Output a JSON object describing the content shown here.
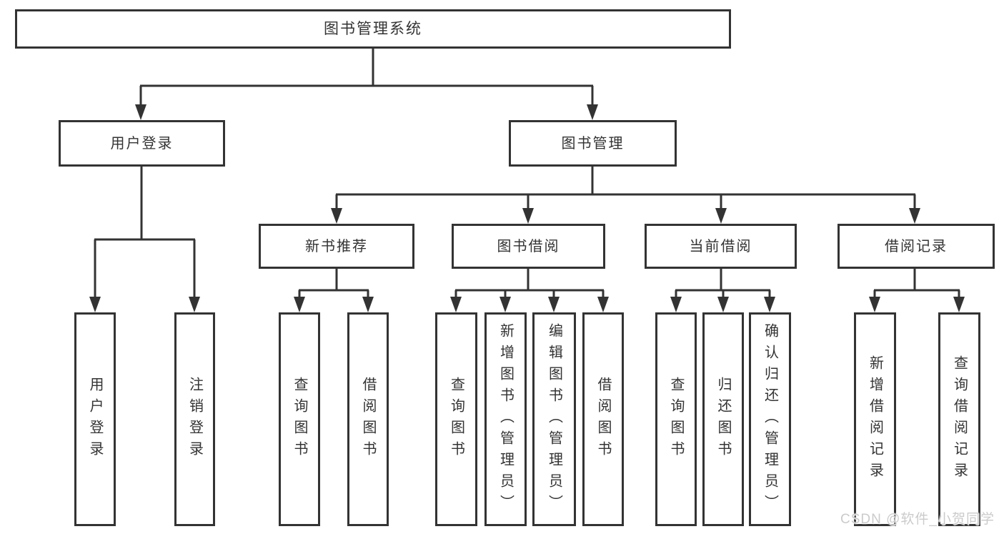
{
  "diagram": {
    "title": "图书管理系统",
    "watermark": "CSDN @软件_小贺同学",
    "colors": {
      "line": "#333333",
      "text": "#333333",
      "background": "#ffffff",
      "box_fill": "#ffffff",
      "watermark": "#cbcbcb"
    },
    "tree": {
      "label": "图书管理系统",
      "children": [
        {
          "label": "用户登录",
          "children": [
            {
              "label": "用户登录"
            },
            {
              "label": "注销登录"
            }
          ]
        },
        {
          "label": "图书管理",
          "children": [
            {
              "label": "新书推荐",
              "children": [
                {
                  "label": "查询图书"
                },
                {
                  "label": "借阅图书"
                }
              ]
            },
            {
              "label": "图书借阅",
              "children": [
                {
                  "label": "查询图书"
                },
                {
                  "label": "新增图书（管理员）"
                },
                {
                  "label": "编辑图书（管理员）"
                },
                {
                  "label": "借阅图书"
                }
              ]
            },
            {
              "label": "当前借阅",
              "children": [
                {
                  "label": "查询图书"
                },
                {
                  "label": "归还图书"
                },
                {
                  "label": "确认归还（管理员）"
                }
              ]
            },
            {
              "label": "借阅记录",
              "children": [
                {
                  "label": "新增借阅记录"
                },
                {
                  "label": "查询借阅记录"
                }
              ]
            }
          ]
        }
      ]
    }
  }
}
